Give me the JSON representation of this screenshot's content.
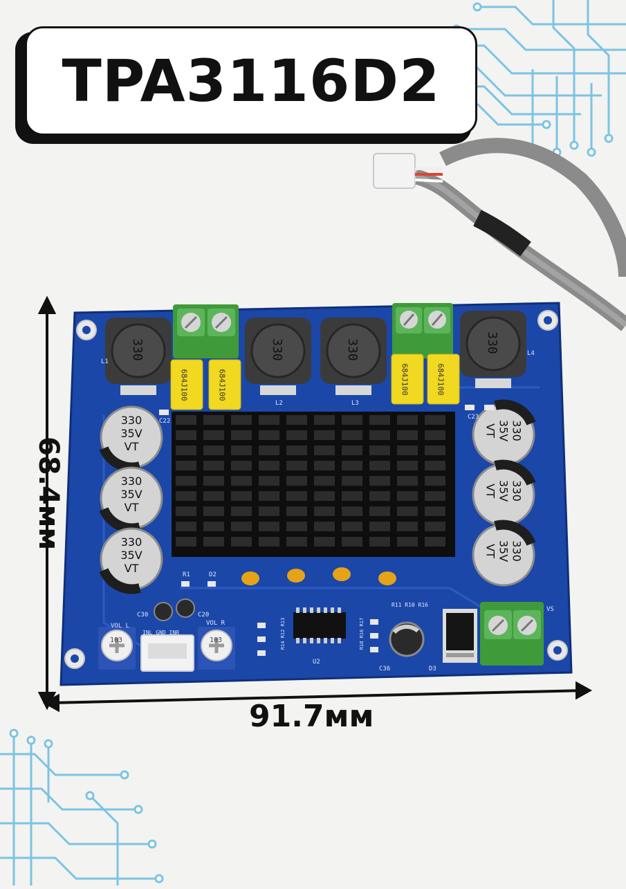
{
  "title": "TPA3116D2",
  "dimensions": {
    "width_label": "91.7мм",
    "height_label": "68.4мм"
  },
  "components": {
    "capacitor_value": "330",
    "capacitor_voltage": "35V",
    "capacitor_brand": "VT",
    "inductor_value": "330",
    "film_cap_value": "684J100"
  },
  "silkscreen": {
    "vol_l": "VOL L",
    "vol_r": "VOL R",
    "input": "INL GND INR",
    "l1": "L1",
    "l2": "L2",
    "l3": "L3",
    "l4": "L4",
    "u2": "U2",
    "d3": "D3",
    "vs": "VS",
    "c36": "C36",
    "r1": "R1",
    "d2": "D2",
    "c22": "C22",
    "c23": "C23",
    "c20": "C20",
    "c30": "C30",
    "r11r10r16": "R11 R10 R16",
    "r14r12r13": "R14 R12 R13",
    "r18r16r17": "R18 R16 R17",
    "pot_code": "103"
  },
  "colors": {
    "pcb_blue": "#1b47a8",
    "terminal_green": "#3f9b3a",
    "heatsink": "#141414",
    "film_cap_yellow": "#f1d821",
    "circuit_accent": "#6fb8dd"
  }
}
